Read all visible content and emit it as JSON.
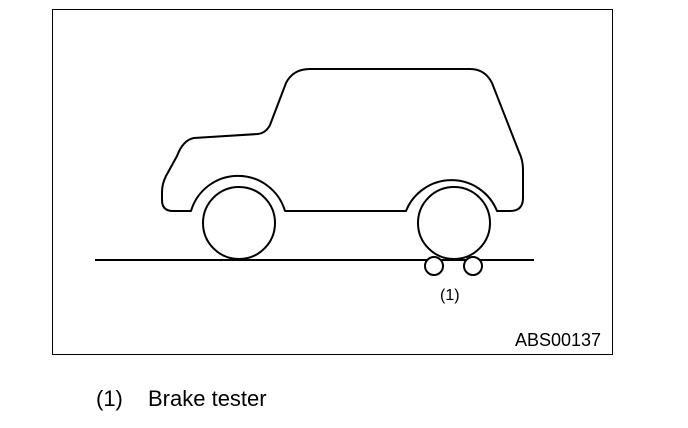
{
  "diagram": {
    "callout": "(1)",
    "figure_id": "ABS00137"
  },
  "legend": {
    "items": [
      {
        "number": "(1)",
        "label": "Brake tester"
      }
    ]
  }
}
